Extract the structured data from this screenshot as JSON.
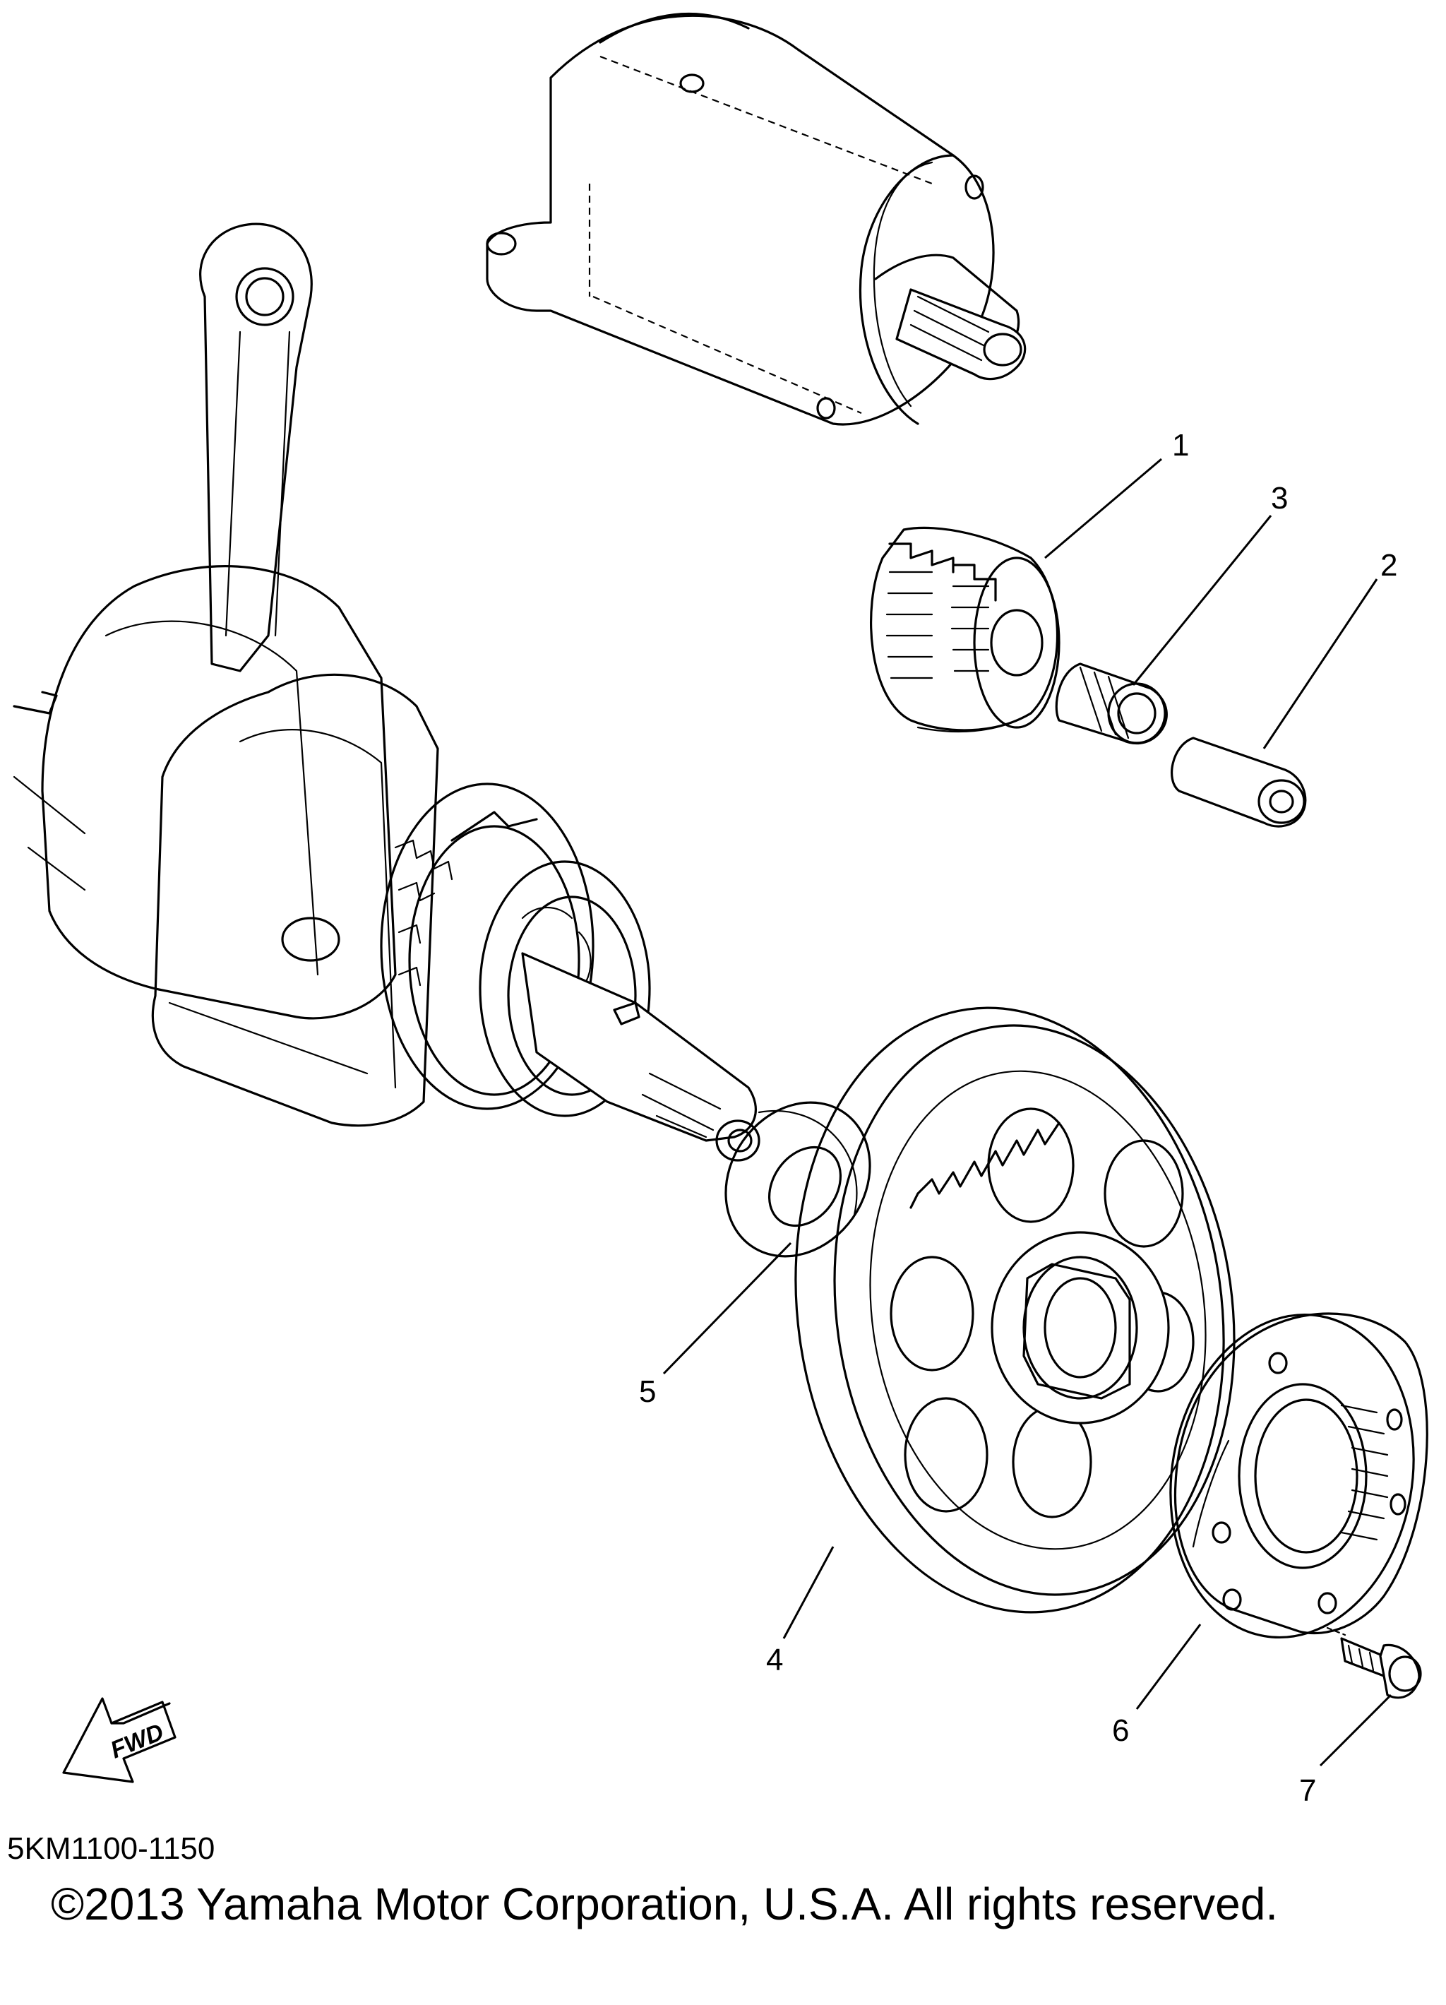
{
  "diagram": {
    "callouts": [
      {
        "id": "1",
        "label": "1"
      },
      {
        "id": "2",
        "label": "2"
      },
      {
        "id": "3",
        "label": "3"
      },
      {
        "id": "4",
        "label": "4"
      },
      {
        "id": "5",
        "label": "5"
      },
      {
        "id": "6",
        "label": "6"
      },
      {
        "id": "7",
        "label": "7"
      }
    ],
    "direction_arrow": {
      "label": "FWD",
      "icon": "fwd-arrow-icon"
    }
  },
  "footer": {
    "diagram_code": "5KM1100-1150",
    "copyright": "©2013 Yamaha Motor Corporation, U.S.A. All rights reserved."
  }
}
